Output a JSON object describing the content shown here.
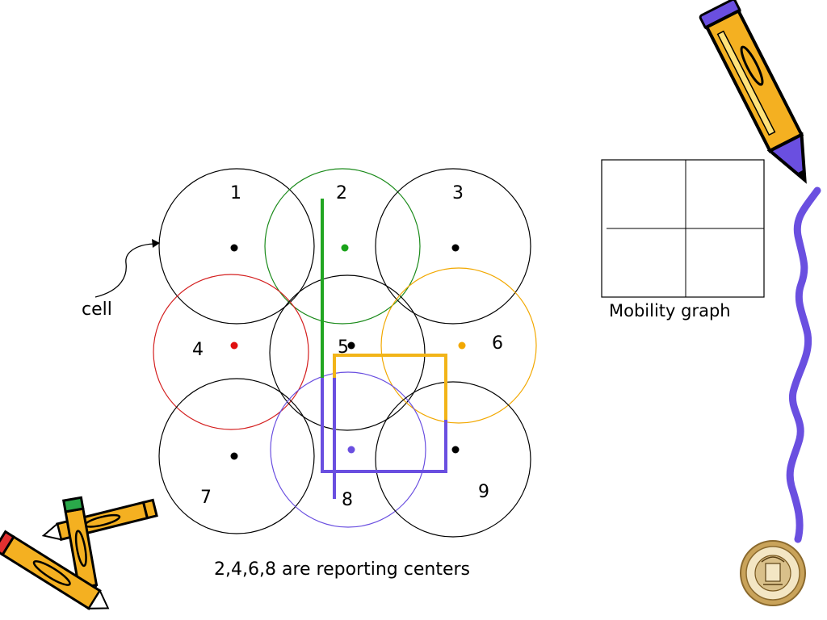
{
  "diagram": {
    "cells": [
      {
        "label": "1",
        "circle_color": "#000000",
        "dot_color": "#000000"
      },
      {
        "label": "2",
        "circle_color": "#1a8a1a",
        "dot_color": "#1aa31a"
      },
      {
        "label": "3",
        "circle_color": "#000000",
        "dot_color": "#000000"
      },
      {
        "label": "4",
        "circle_color": "#d42020",
        "dot_color": "#e01010"
      },
      {
        "label": "5",
        "circle_color": "#000000",
        "dot_color": "#000000"
      },
      {
        "label": "6",
        "circle_color": "#f2a800",
        "dot_color": "#f2a800"
      },
      {
        "label": "7",
        "circle_color": "#000000",
        "dot_color": "#000000"
      },
      {
        "label": "8",
        "circle_color": "#6a4fe0",
        "dot_color": "#6a4fe0"
      },
      {
        "label": "9",
        "circle_color": "#000000",
        "dot_color": "#000000"
      }
    ],
    "cell_pointer_label": "cell",
    "caption": "2,4,6,8 are reporting centers",
    "boundary_colors": {
      "green": "#22a622",
      "orange": "#f2b418",
      "purple": "#6a4fe0"
    }
  },
  "mobility_graph": {
    "label": "Mobility graph"
  },
  "decorations": {
    "top_right": "pencil-icon",
    "right_edge": "squiggle-line",
    "bottom_left": "crossed-pencils-icon",
    "bottom_right": "university-seal"
  }
}
